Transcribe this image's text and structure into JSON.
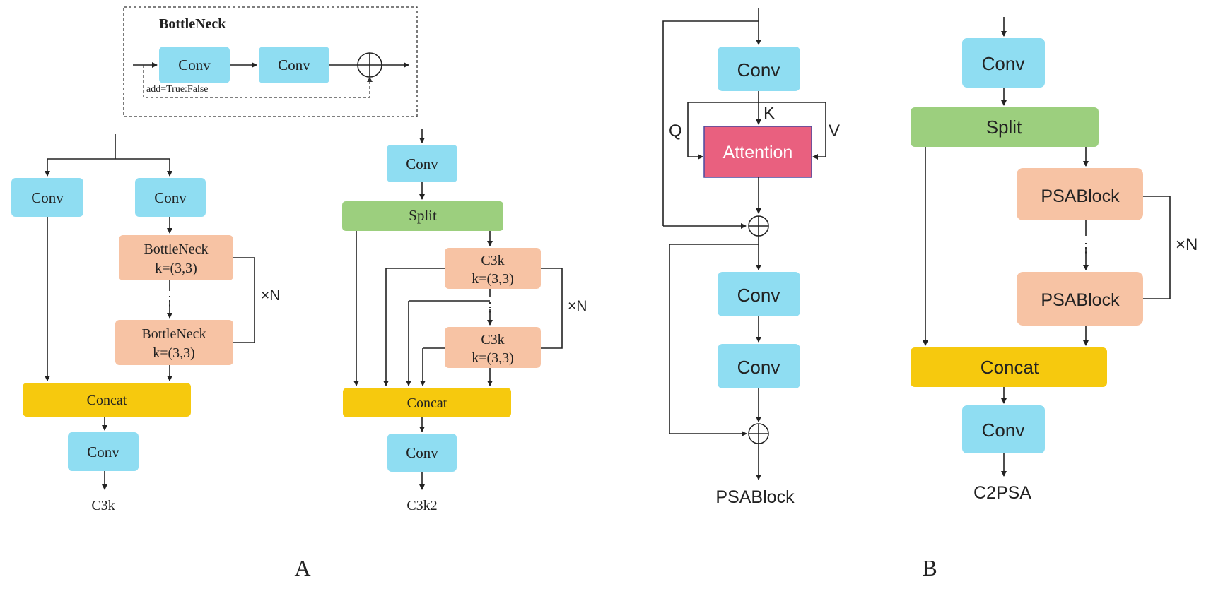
{
  "colors": {
    "conv": "#8FDDF2",
    "split": "#9CCF7E",
    "bottleneck": "#F7C3A4",
    "concat": "#F6C90E",
    "attention": "#E9607F",
    "line": "#222222"
  },
  "bottleneck_detail": {
    "title": "BottleNeck",
    "conv1": "Conv",
    "conv2": "Conv",
    "add_note": "add=True:False"
  },
  "c3k": {
    "conv_left": "Conv",
    "conv_right": "Conv",
    "block1_line1": "BottleNeck",
    "block1_line2": "k=(3,3)",
    "block2_line1": "BottleNeck",
    "block2_line2": "k=(3,3)",
    "repeat": "×N",
    "concat": "Concat",
    "conv_out": "Conv",
    "name": "C3k"
  },
  "c3k2": {
    "conv_in": "Conv",
    "split": "Split",
    "block1_line1": "C3k",
    "block1_line2": "k=(3,3)",
    "block2_line1": "C3k",
    "block2_line2": "k=(3,3)",
    "repeat": "×N",
    "concat": "Concat",
    "conv_out": "Conv",
    "name": "C3k2"
  },
  "psablock": {
    "conv_in": "Conv",
    "q": "Q",
    "k": "K",
    "v": "V",
    "attention": "Attention",
    "conv_mid1": "Conv",
    "conv_mid2": "Conv",
    "name": "PSABlock"
  },
  "c2psa": {
    "conv_in": "Conv",
    "split": "Split",
    "block1": "PSABlock",
    "block2": "PSABlock",
    "repeat": "×N",
    "concat": "Concat",
    "conv_out": "Conv",
    "name": "C2PSA"
  },
  "panel_labels": {
    "a": "A",
    "b": "B"
  }
}
